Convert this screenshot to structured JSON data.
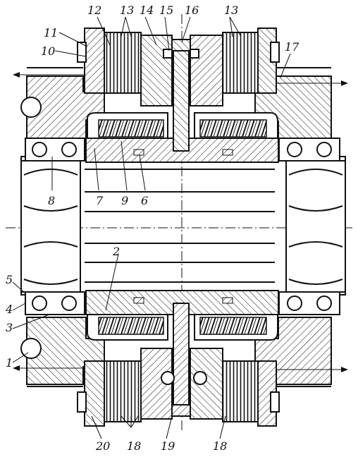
{
  "labels": {
    "l1": "1",
    "l2": "2",
    "l3": "3",
    "l4": "4",
    "l5": "5",
    "l6": "6",
    "l7": "7",
    "l8": "8",
    "l9": "9",
    "l10": "10",
    "l11": "11",
    "l12": "12",
    "l13a": "13",
    "l13b": "13",
    "l14": "14",
    "l15": "15",
    "l16": "16",
    "l17": "17",
    "l18a": "18",
    "l18b": "18",
    "l19": "19",
    "l20": "20"
  }
}
